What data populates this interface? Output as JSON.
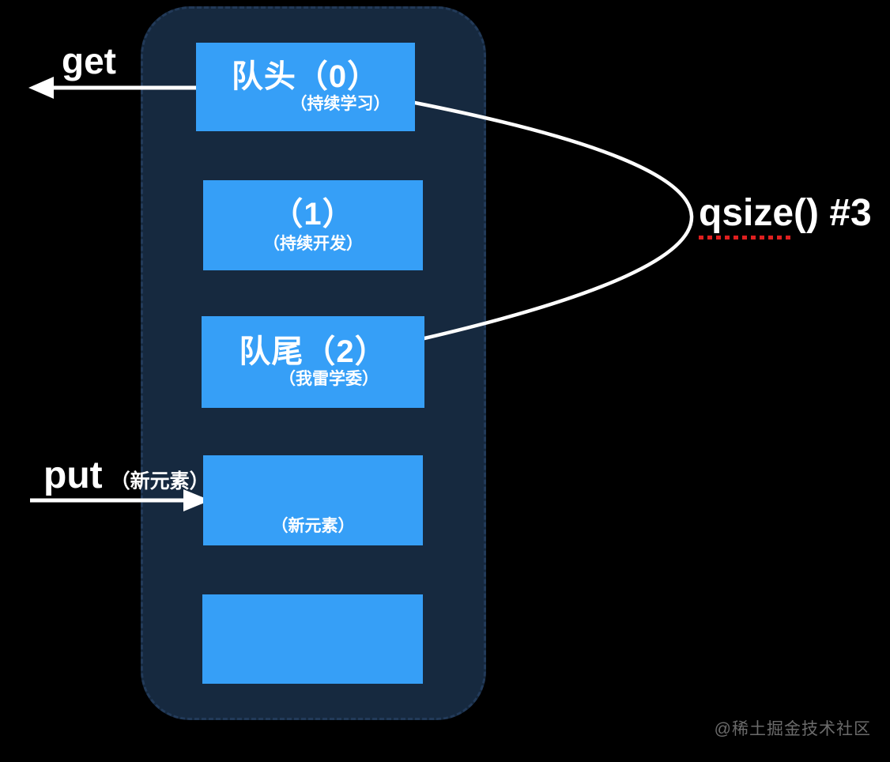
{
  "diagram": {
    "colors": {
      "background": "#000000",
      "container_fill": "#16293f",
      "slot_fill": "#369ff7",
      "text": "#ffffff",
      "qsize_underline": "#df1f1f",
      "watermark": "#6b6b6b"
    },
    "boxes": [
      {
        "title": "队头（0）",
        "subtitle": "（持续学习）"
      },
      {
        "title": "（1）",
        "subtitle": "（持续开发）"
      },
      {
        "title": "队尾（2）",
        "subtitle": "（我雷学委）"
      },
      {
        "title": "",
        "subtitle": "（新元素）"
      },
      {
        "title": "",
        "subtitle": ""
      }
    ],
    "labels": {
      "get": "get",
      "put": "put",
      "put_note": "（新元素）",
      "qsize_fn": "qsize",
      "qsize_rest": "() #3"
    },
    "watermark": "@稀土掘金技术社区"
  }
}
